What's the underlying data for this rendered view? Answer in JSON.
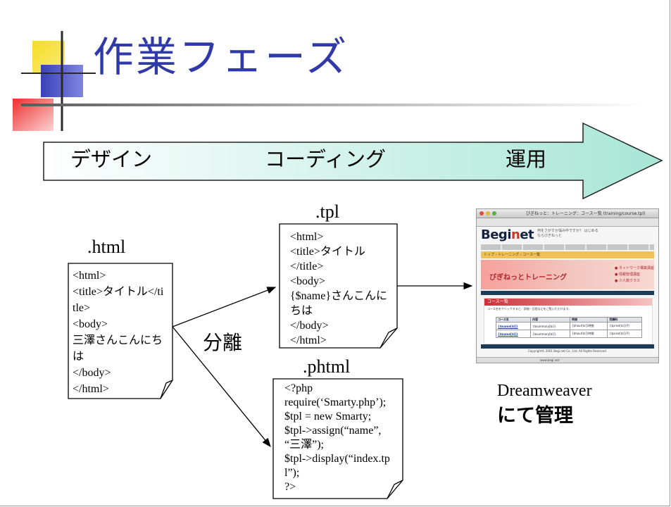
{
  "slide": {
    "title": "作業フェーズ",
    "phases": [
      "デザイン",
      "コーディング",
      "運用"
    ],
    "split_label": "分離",
    "side_caption": {
      "line1": "Dreamweaver",
      "line2": "にて管理"
    }
  },
  "documents": {
    "html": {
      "label": ".html",
      "lines": "<html>\n<title>タイトル</title>\n<body>\n三澤さんこんにちは\n</body>\n</html>"
    },
    "tpl": {
      "label": ".tpl",
      "lines": "<html>\n<title>タイトル\n</title>\n<body>\n{$name}さんこんにちは\n</body>\n</html>"
    },
    "phtml": {
      "label": ".phtml",
      "lines": "<?php\nrequire(‘Smarty.php’);\n$tpl = new Smarty;\n$tpl->assign(“name”, “三澤”);\n$tpl->display(“index.tpl”);\n?>"
    }
  },
  "screenshot": {
    "window_title": "びぎねっと：トレーニング：コース一覧 (training/course.tpl)",
    "logo_text": "Begi",
    "logo_dot": "n",
    "logo_tail": "et",
    "logo_sub": "何をさがすか悩み中ですか？ はじめるならびぎねっと",
    "breadcrumb": "トップ › トレーニング › コース一覧",
    "banner_title": "びぎねっとトレーニング",
    "banner_items": [
      "● ネットワーク構築講座",
      "● 情報管理講座",
      "● 少人数クラス"
    ],
    "section_title": "コース一覧",
    "section_desc": "コース名をクリックすると、詳細・日程などをご覧いただけます。",
    "table_headers": [
      "コース名",
      "内容",
      "時間",
      "受講料"
    ],
    "table_rows": [
      [
        "{$name[$i]}",
        "{$summary[$i]}",
        "{$hour[$i]}時間",
        "{$price[$i]}円"
      ],
      [
        "{$name[$i]}",
        "{$summary[$i]}",
        "{$hour[$i]}時間",
        "{$price[$i]}円"
      ]
    ],
    "footer_text": "Copyright© 2001 Begi.net Co., Ltd. All Rights Reserved.",
    "status_text": "www.begi.net"
  },
  "colors": {
    "title": "#2f3aa8",
    "arrow_start": "#ffffff",
    "arrow_end": "#a7e6d6",
    "deco_yellow": "#f6dd22",
    "deco_blue": "#3e43b9",
    "deco_red": "#ef3a3a"
  }
}
